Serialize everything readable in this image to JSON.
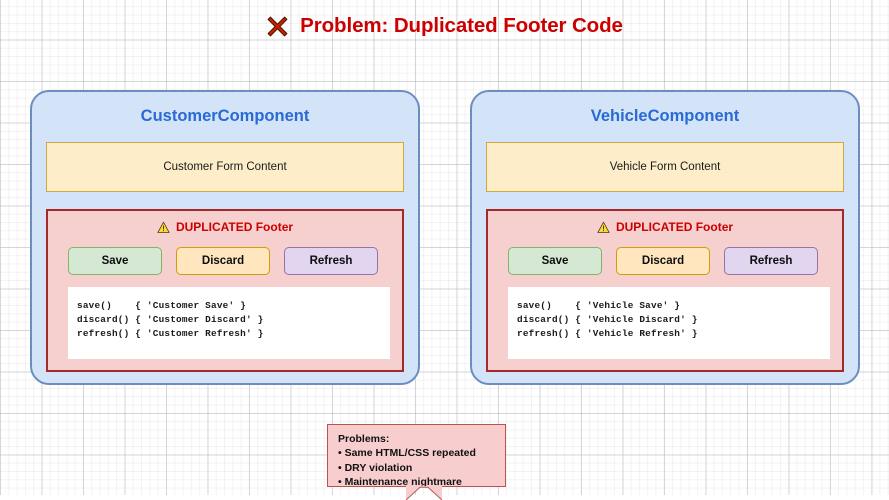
{
  "header": {
    "icon": "cross-x-icon",
    "title": "Problem: Duplicated Footer Code",
    "title_color": "#cc0000"
  },
  "theme": {
    "panel_bg": "#d4e4f8",
    "panel_border": "#6c8ebf",
    "panel_title_color": "#2a6ad4",
    "form_bg": "#fdeec9",
    "form_border": "#cfa83e",
    "footer_bg": "#f6cfcf",
    "footer_border": "#a62828",
    "warning_color": "#cc0000",
    "save_bg": "#d5e8d4",
    "save_border": "#82b366",
    "discard_bg": "#ffe6bf",
    "discard_border": "#d79b00",
    "refresh_bg": "#e1d5f0",
    "refresh_border": "#9673a6",
    "code_bg": "#ffffff",
    "callout_bg": "#f7cdcd",
    "callout_border": "#b85450"
  },
  "panels": [
    {
      "id": "customer",
      "title": "CustomerComponent",
      "form_content": "Customer Form Content",
      "footer": {
        "warning_icon": "warning-triangle-icon",
        "label": "DUPLICATED Footer",
        "buttons": [
          {
            "name": "save",
            "label": "Save"
          },
          {
            "name": "discard",
            "label": "Discard"
          },
          {
            "name": "refresh",
            "label": "Refresh"
          }
        ],
        "code": [
          "save()    { 'Customer Save' }",
          "discard() { 'Customer Discard' }",
          "refresh() { 'Customer Refresh' }"
        ]
      }
    },
    {
      "id": "vehicle",
      "title": "VehicleComponent",
      "form_content": "Vehicle Form Content",
      "footer": {
        "warning_icon": "warning-triangle-icon",
        "label": "DUPLICATED Footer",
        "buttons": [
          {
            "name": "save",
            "label": "Save"
          },
          {
            "name": "discard",
            "label": "Discard"
          },
          {
            "name": "refresh",
            "label": "Refresh"
          }
        ],
        "code": [
          "save()    { 'Vehicle Save' }",
          "discard() { 'Vehicle Discard' }",
          "refresh() { 'Vehicle Refresh' }"
        ]
      }
    }
  ],
  "problems": {
    "heading": "Problems:",
    "items": [
      "• Same HTML/CSS repeated",
      "• DRY violation",
      "• Maintenance nightmare"
    ]
  }
}
